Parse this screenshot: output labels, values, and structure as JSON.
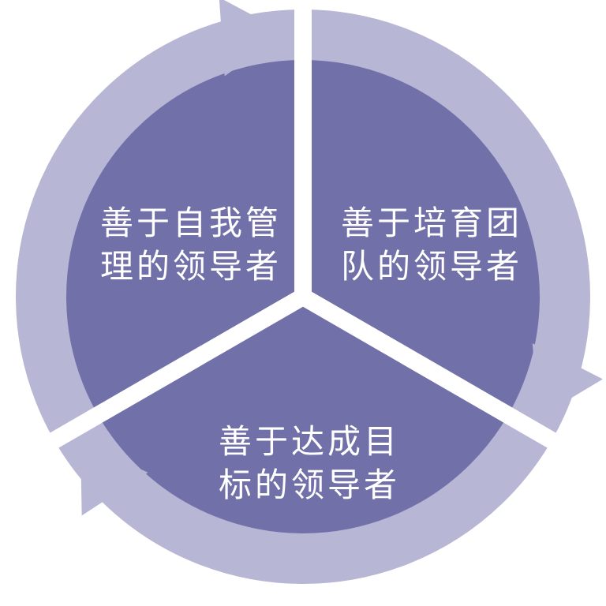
{
  "diagram": {
    "type": "cycle-pie",
    "description_note": "Three-part circular cycle diagram with clockwise arrow ring",
    "colors": {
      "inner": "#7170a9",
      "ring": "#b7b6d4",
      "gap": "#ffffff",
      "text": "#ffffff"
    },
    "segments": [
      {
        "id": "self-management",
        "label": "善于自我管理的领导者",
        "line1": "善于自我管",
        "line2": "理的领导者"
      },
      {
        "id": "team-development",
        "label": "善于培育团队的领导者",
        "line1": "善于培育团",
        "line2": "队的领导者"
      },
      {
        "id": "goal-achievement",
        "label": "善于达成目标的领导者",
        "line1": "善于达成目",
        "line2": "标的领导者"
      }
    ]
  }
}
